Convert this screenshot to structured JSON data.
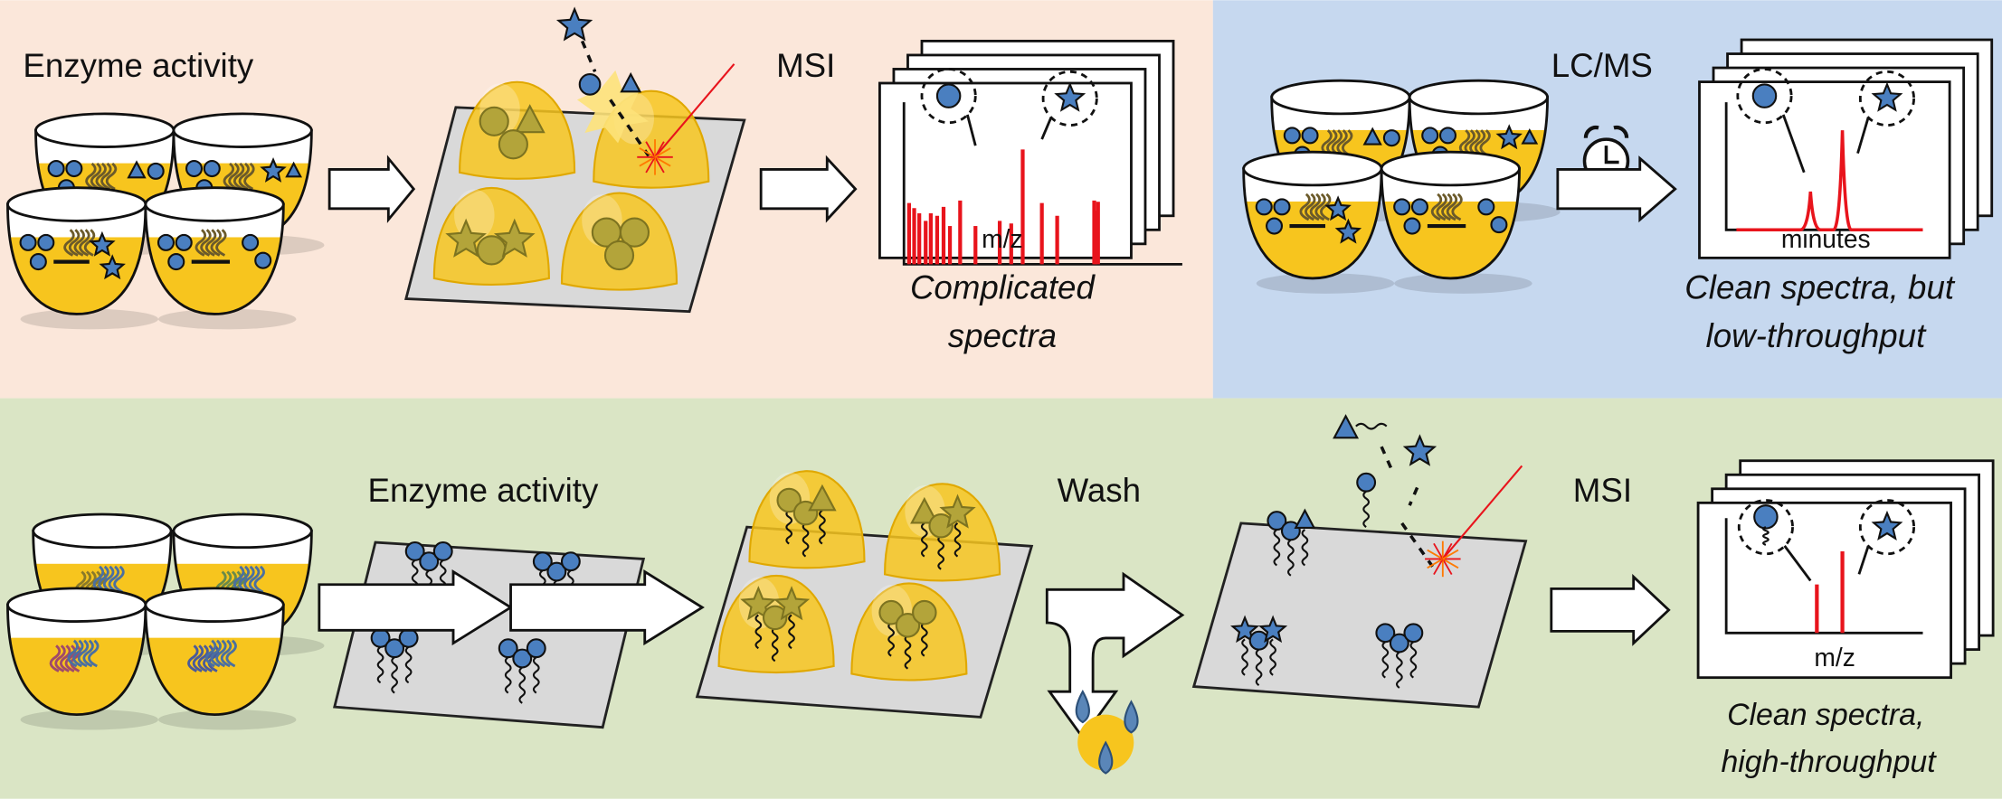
{
  "colors": {
    "panel_top_left": "#fbe7da",
    "panel_top_right": "#c6d8ef",
    "panel_bottom": "#dae5c5",
    "liquid_yellow": "#f7c51e",
    "molecule_blue": "#4a7fc0",
    "peak_red": "#e8141c",
    "slide_gray": "#d9d9d9"
  },
  "top_left": {
    "step_label": "Enzyme activity",
    "method_label": "MSI",
    "spectrum_axis": "m/z",
    "result_line1": "Complicated",
    "result_line2": "spectra"
  },
  "top_right": {
    "method_label": "LC/MS",
    "spectrum_axis": "minutes",
    "result_line1": "Clean spectra, but",
    "result_line2": "low-throughput",
    "icon": "alarm-clock-icon"
  },
  "bottom": {
    "step_label": "Enzyme activity",
    "wash_label": "Wash",
    "method_label": "MSI",
    "spectrum_axis": "m/z",
    "result_line1": "Clean spectra,",
    "result_line2": "high-throughput"
  }
}
